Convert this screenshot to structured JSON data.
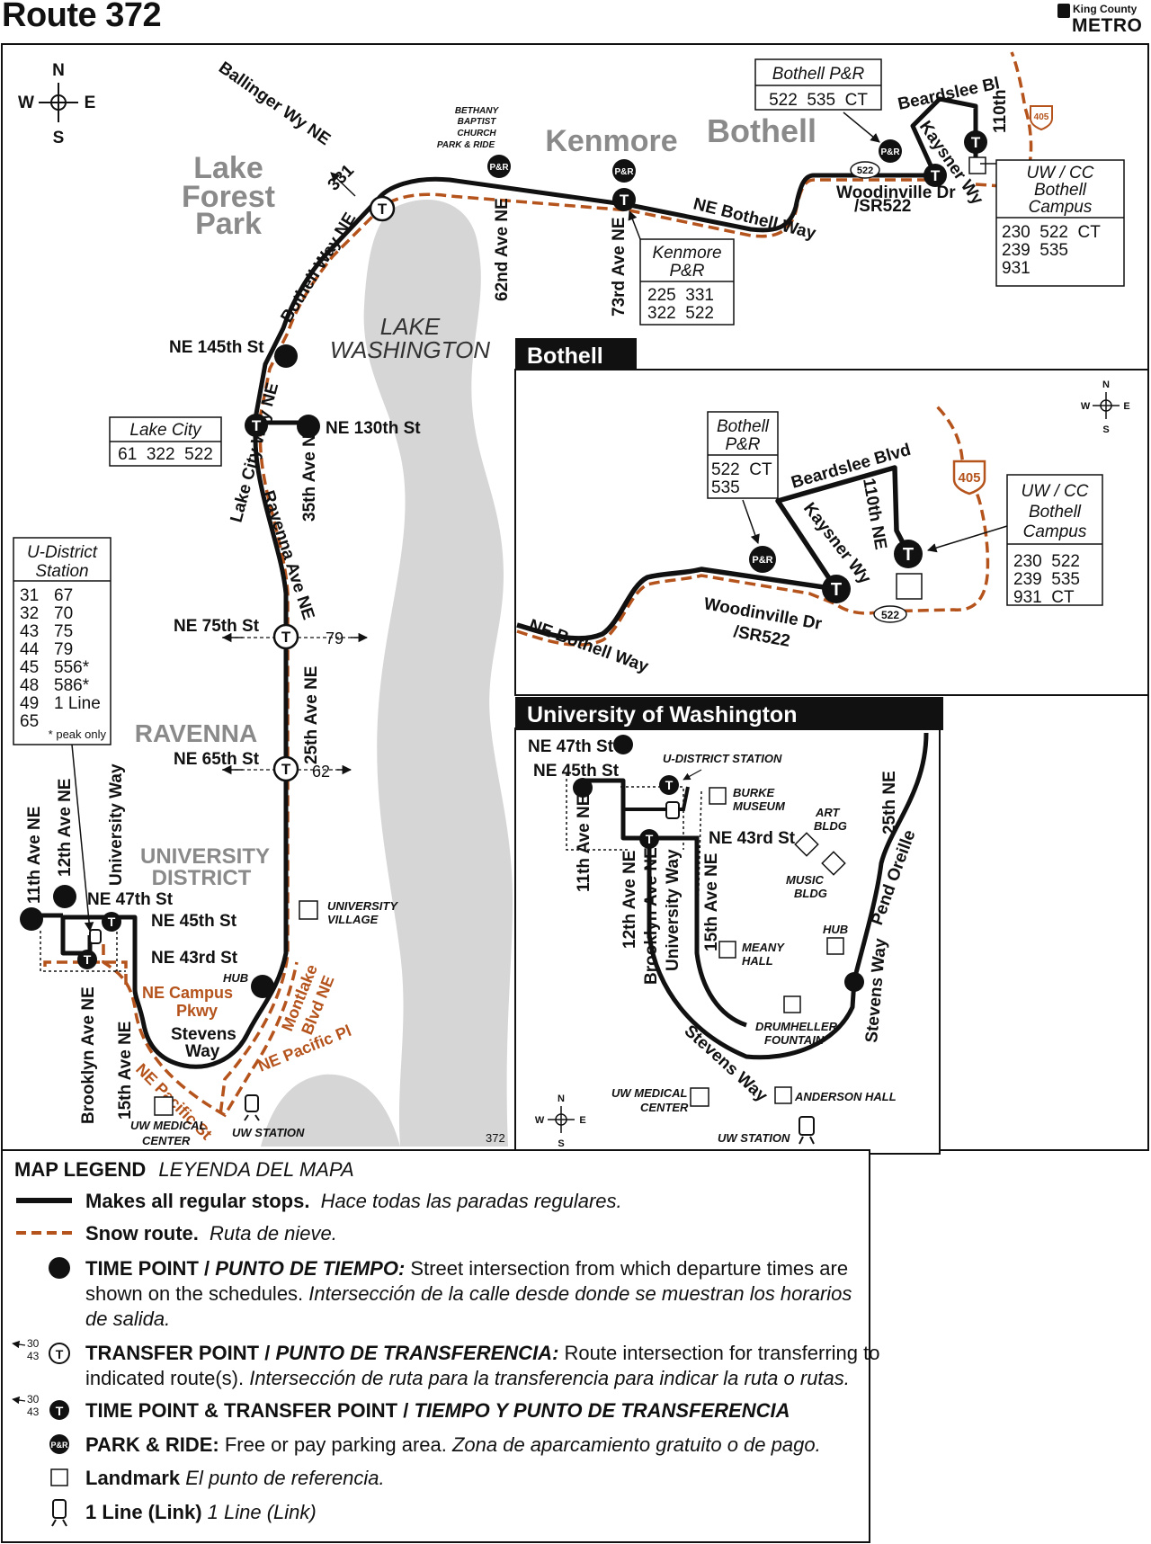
{
  "header": {
    "title": "Route 372",
    "agency_top": "King County",
    "agency_bottom": "METRO"
  },
  "main_map": {
    "areas": [
      "Lake Forest Park",
      "Kenmore",
      "Bothell",
      "RAVENNA",
      "UNIVERSITY DISTRICT"
    ],
    "lake_forest_park": [
      "Lake",
      "Forest",
      "Park"
    ],
    "university_district": [
      "UNIVERSITY",
      "DISTRICT"
    ],
    "water": [
      "LAKE",
      "WASHINGTON"
    ],
    "streets": {
      "ballinger": "Ballinger Wy NE",
      "bothell_way": "Bothell Way NE",
      "lake_city_way": "Lake City Way NE",
      "ravenna": "Ravenna Ave NE",
      "ave35": "35th Ave NE",
      "ave25": "25th Ave NE",
      "ave62": "62nd Ave NE",
      "ave73": "73rd Ave NE",
      "ne_bothell_way": "NE Bothell Way",
      "beardslee": "Beardslee Bl",
      "kaysner": "Kaysner Wy",
      "woodinville": "Woodinville Dr",
      "sr522": "/SR522",
      "ave110": "110th",
      "st145": "NE 145th St",
      "st130": "NE 130th St",
      "st75": "NE 75th St",
      "st65": "NE 65th St",
      "st47": "NE 47th St",
      "st45": "NE 45th St",
      "st43": "NE 43rd St",
      "ave11": "11th Ave NE",
      "ave12": "12th Ave NE",
      "university_way": "University Way",
      "brooklyn": "Brooklyn Ave NE",
      "ave15": "15th Ave NE",
      "campus_pkwy": [
        "NE Campus",
        "Pkwy"
      ],
      "stevens_way": [
        "Stevens",
        "Way"
      ],
      "montlake": [
        "Montlake",
        "Blvd NE"
      ],
      "pacific_pl": "NE Pacific Pl",
      "pacific_st": "NE Pacific St"
    },
    "landmarks": {
      "bethany": [
        "BETHANY",
        "BAPTIST",
        "CHURCH",
        "PARK & RIDE"
      ],
      "univ_village": [
        "UNIVERSITY",
        "VILLAGE"
      ],
      "hub": "HUB",
      "uw_medical": [
        "UW MEDICAL",
        "CENTER"
      ],
      "uw_station": "UW STATION"
    },
    "route_markers": {
      "r331": "331",
      "r79": "79",
      "r62": "62",
      "shield_405": "405",
      "shield_522": "522"
    },
    "map_number": "372"
  },
  "boxes": {
    "bothell_pr": {
      "title": "Bothell P&R",
      "routes": "522  535  CT"
    },
    "uwcc": {
      "title": [
        "UW / CC",
        "Bothell",
        "Campus"
      ],
      "routes": [
        "230  522  CT",
        "239  535",
        "931"
      ]
    },
    "kenmore_pr": {
      "title": [
        "Kenmore",
        "P&R"
      ],
      "routes": [
        "225  331",
        "322  522"
      ]
    },
    "lake_city": {
      "title": "Lake City",
      "routes": "61  322  522"
    },
    "udistrict": {
      "title": [
        "U-District",
        "Station"
      ],
      "col1": [
        "31",
        "32",
        "43",
        "44",
        "45",
        "48",
        "49",
        "65"
      ],
      "col2": [
        "67",
        "70",
        "75",
        "79",
        "556*",
        "586*",
        "1 Line"
      ],
      "note": "* peak only"
    }
  },
  "bothell_inset": {
    "title": "Bothell",
    "pr_box": {
      "title": [
        "Bothell",
        "P&R"
      ],
      "routes": [
        "522  CT",
        "535"
      ]
    },
    "uwcc_box": {
      "title": [
        "UW / CC",
        "Bothell",
        "Campus"
      ],
      "routes": [
        "230  522",
        "239  535",
        "931  CT"
      ]
    },
    "streets": {
      "beardslee": "Beardslee Blvd",
      "ave110": "110th NE",
      "kaysner": "Kaysner Wy",
      "woodinville": "Woodinville Dr",
      "sr522": "/SR522",
      "ne_bothell_way": "NE Bothell Way"
    },
    "shield_405": "405",
    "shield_522": "522"
  },
  "uw_inset": {
    "title": "University of Washington",
    "streets": {
      "st47": "NE 47th St",
      "st45": "NE 45th St",
      "st43": "NE 43rd St",
      "ave11": "11th Ave NE",
      "ave12": "12th Ave NE",
      "brooklyn": "Brooklyn Ave NE",
      "university_way": "University Way",
      "ave15": "15th Ave NE",
      "ave25": "25th NE",
      "pend_oreille": "Pend Oreille",
      "stevens_way_e": "Stevens Way",
      "stevens_way_s": "Stevens Way"
    },
    "landmarks": {
      "udistrict_station": "U-DISTRICT STATION",
      "burke": [
        "BURKE",
        "MUSEUM"
      ],
      "art": [
        "ART",
        "BLDG"
      ],
      "music": [
        "MUSIC",
        "BLDG"
      ],
      "hub": "HUB",
      "meany": [
        "MEANY",
        "HALL"
      ],
      "drumheller": [
        "DRUMHELLER",
        "FOUNTAIN"
      ],
      "uw_medical": [
        "UW MEDICAL",
        "CENTER"
      ],
      "anderson": "ANDERSON HALL",
      "uw_station": "UW STATION"
    }
  },
  "compass": {
    "n": "N",
    "s": "S",
    "e": "E",
    "w": "W"
  },
  "symbols": {
    "transfer": "T",
    "park_ride": "P&R"
  },
  "legend": {
    "title": "MAP LEGEND",
    "title_es": "LEYENDA DEL MAPA",
    "sample_routes": [
      "30",
      "43"
    ],
    "items": [
      {
        "en": "Makes all regular stops.",
        "es": "Hace todas las paradas regulares."
      },
      {
        "en": "Snow route.",
        "es": "Ruta de nieve."
      },
      {
        "en": "TIME POINT / ",
        "en_it": "PUNTO DE TIEMPO:",
        "desc": " Street intersection from which departure times are",
        "desc2": "shown on the schedules. ",
        "desc2_it": "Intersección de la calle desde donde se muestran los horarios",
        "desc3_it": "de salida."
      },
      {
        "en": "TRANSFER POINT / ",
        "en_it": "PUNTO DE TRANSFERENCIA:",
        "desc": " Route intersection for transferring to",
        "desc2": "indicated route(s). ",
        "desc2_it": "Intersección de ruta para la transferencia para indicar la ruta o rutas."
      },
      {
        "en": "TIME POINT & TRANSFER POINT / ",
        "en_it": "TIEMPO Y PUNTO DE TRANSFERENCIA"
      },
      {
        "en": "PARK & RIDE:",
        "desc": " Free or pay parking area. ",
        "es": "Zona de aparcamiento gratuito o de pago."
      },
      {
        "en": "Landmark",
        "es": " El punto de referencia."
      },
      {
        "en": "1 Line (Link)",
        "es": " 1 Line (Link)"
      }
    ]
  },
  "colors": {
    "route": "#111111",
    "snow": "#b5531c",
    "lake": "#d6d6d6",
    "area": "#8a8a8a"
  }
}
